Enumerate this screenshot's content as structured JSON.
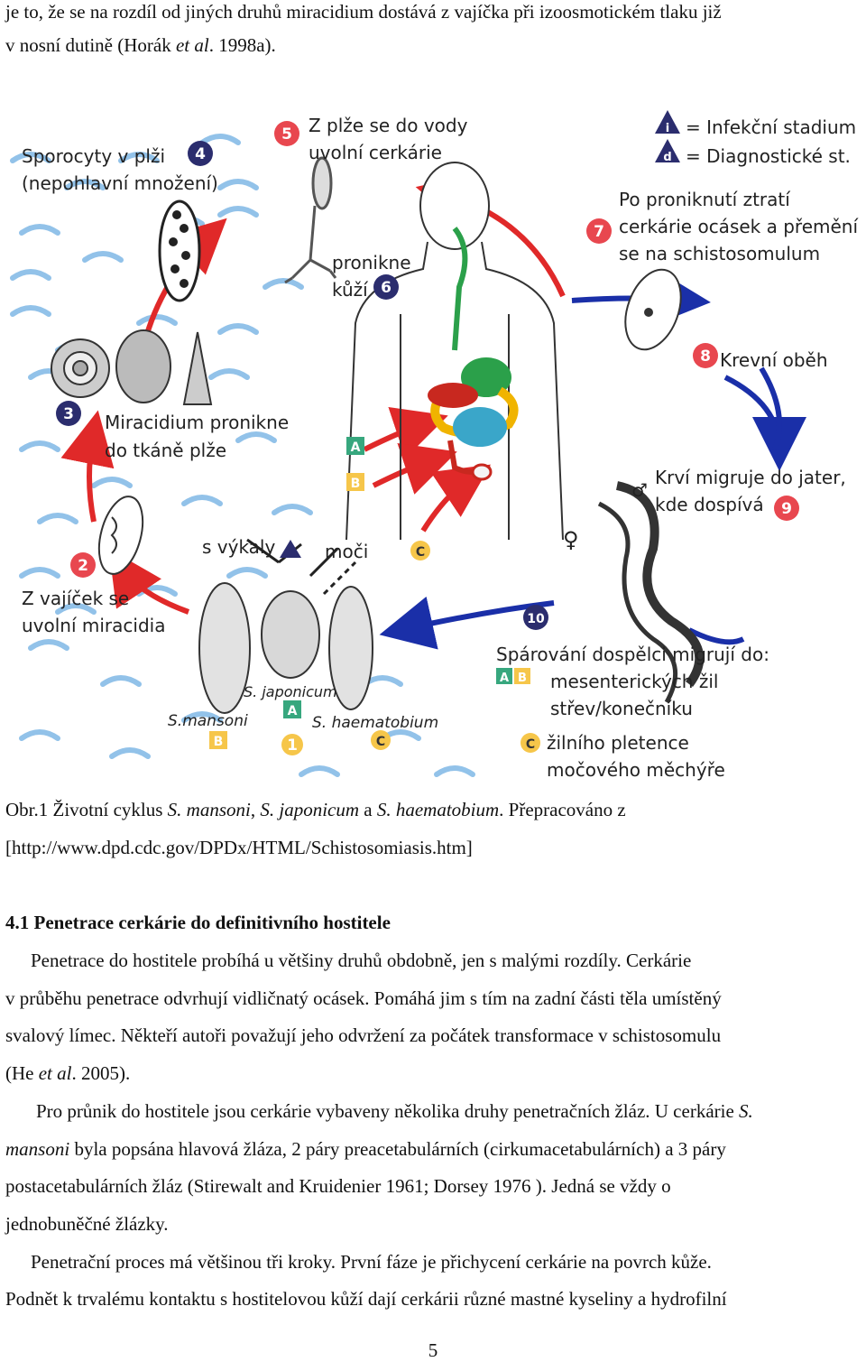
{
  "intro": {
    "line1": "je to, že se na rozdíl od jiných druhů miracidium dostává z vajíčka při izoosmotickém tlaku již",
    "line2_prefix": "v nosní dutině (Horák ",
    "line2_em": "et al",
    "line2_suffix": ". 1998a)."
  },
  "figure": {
    "legend_infective": "= Infekční stadium",
    "legend_diagnostic": "= Diagnostické st.",
    "legend_i": "i",
    "legend_d": "d",
    "step1": "1",
    "step2": "2",
    "step3": "3",
    "step4": "4",
    "step5": "5",
    "step6": "6",
    "step7": "7",
    "step8": "8",
    "step9": "9",
    "step10": "10",
    "sporocysts_l1": "Sporocyty v plži",
    "sporocysts_l2": "(nepohlavní množení)",
    "release_l1": "Z plže se do vody",
    "release_l2": "uvolní cerkárie",
    "penetrate_l1": "pronikne",
    "penetrate_l2": "kůží",
    "lose_tail_l1": "Po proniknutí ztratí",
    "lose_tail_l2": "cerkárie ocásek a přemění",
    "lose_tail_l3": "se na schistosomulum",
    "miracidium_l1": "Miracidium pronikne",
    "miracidium_l2": "do tkáně plže",
    "blood": "Krevní oběh",
    "liver_l1": "Krví migruje do jater,",
    "liver_l2": "kde dospívá",
    "eggs_release_l1": "Z vajíček se",
    "eggs_release_l2": "uvolní miracidia",
    "feces": "s výkaly",
    "urine": "moči",
    "s_japonicum": "S. japonicum",
    "s_mansoni": "S.mansoni",
    "s_haematobium": "S. haematobium",
    "pairs_l1": "Spárování dospělci migrují do:",
    "pairs_l2": "mesenterických žil",
    "pairs_l3": "střev/konečníku",
    "pairs_l4": "žilního pletence",
    "pairs_l5": "močového měchýře",
    "A": "A",
    "B": "B",
    "C": "C",
    "female": "♀",
    "male": "♂",
    "colors": {
      "badge_red": "#e8474f",
      "badge_navy": "#2b2d6e",
      "arrow_red": "#e02929",
      "arrow_blue": "#1a2fa8",
      "water": "#7fb8e6"
    }
  },
  "caption": {
    "prefix": "Obr.1 Životní cyklus ",
    "sp1": "S. mansoni",
    "sep1": ", ",
    "sp2": "S. japonicum",
    "sep2": " a ",
    "sp3": "S. haematobium",
    "suffix": ". Přepracováno z",
    "url": "[http://www.dpd.cdc.gov/DPDx/HTML/Schistosomiasis.htm]"
  },
  "section": {
    "number": "4.1",
    "title": "Penetrace  cerkárie do definitivního hostitele"
  },
  "body": {
    "p1_l1": "Penetrace do hostitele probíhá u většiny druhů obdobně, jen s malými rozdíly. Cerkárie",
    "p1_l2": "v průběhu penetrace odvrhují vidličnatý ocásek. Pomáhá jim s tím na zadní části těla umístěný",
    "p1_l3": "svalový límec. Někteří autoři považují jeho odvržení za počátek transformace v schistosomulu",
    "p1_l4_prefix": "(He ",
    "p1_l4_em": "et al",
    "p1_l4_suffix": ". 2005).",
    "p2_l1_prefix": "Pro průnik do hostitele jsou cerkárie vybaveny několika druhy penetračních žláz. U cerkárie ",
    "p2_l1_em": "S.",
    "p2_l2_em": "mansoni",
    "p2_l2_suffix": " byla popsána hlavová žláza, 2 páry preacetabulárních  (cirkumacetabulárních) a 3 páry",
    "p2_l3": "postacetabulárních žláz (Stirewalt and Kruidenier 1961; Dorsey 1976 ). Jedná se vždy o",
    "p2_l4": "jednobuněčné žlázky.",
    "p3_l1": "Penetrační proces má většinou tři kroky. První fáze je přichycení cerkárie na povrch kůže.",
    "p3_l2": "Podnět k trvalému kontaktu s hostitelovou kůží dají cerkárii různé mastné kyseliny a hydrofilní"
  },
  "page_number": "5"
}
